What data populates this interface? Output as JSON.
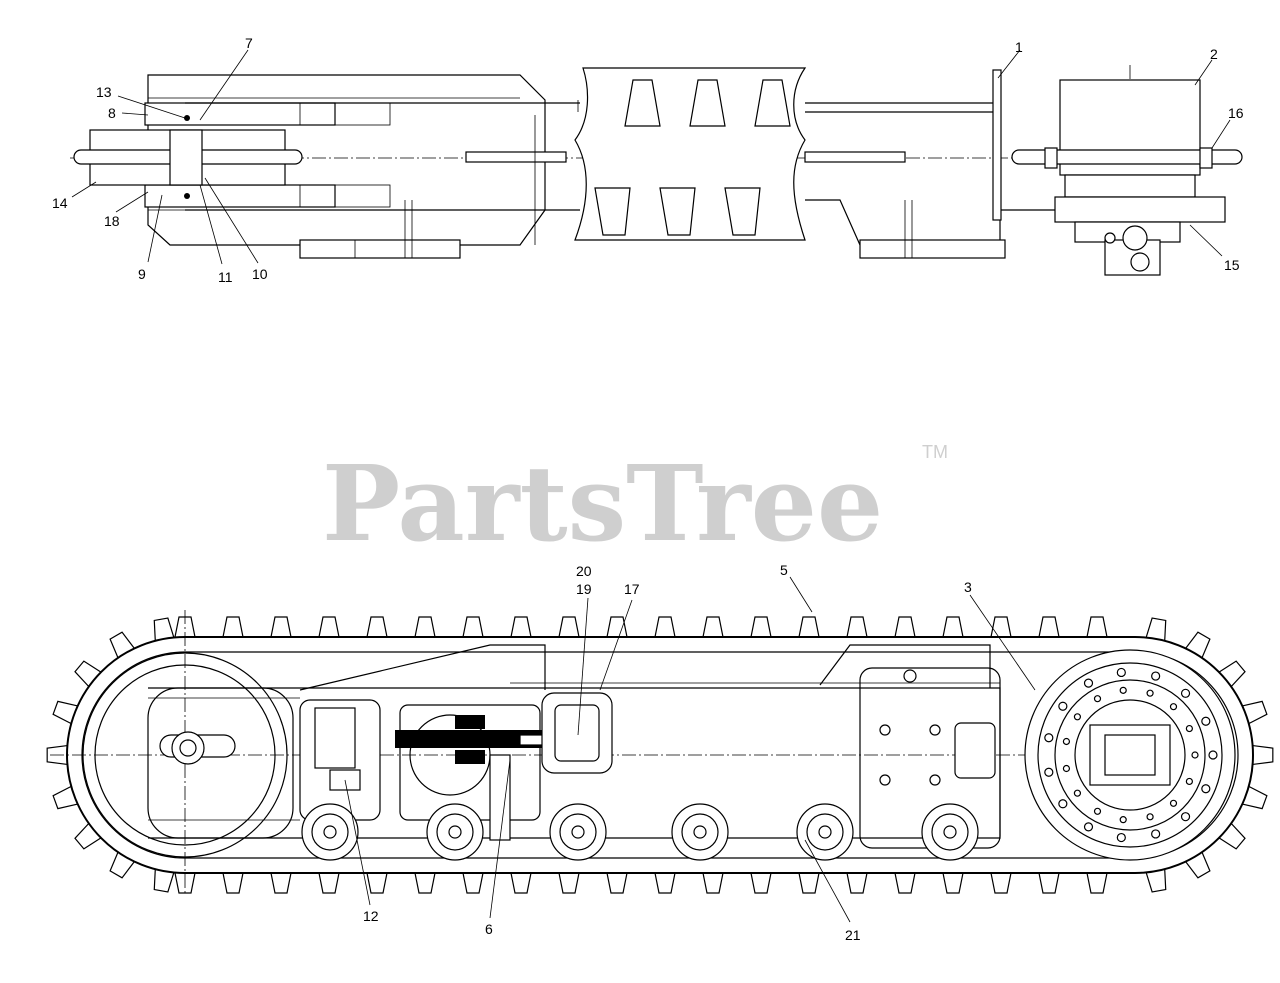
{
  "watermark": {
    "text": "PartsTree",
    "trademark": "TM"
  },
  "callouts": {
    "c1": "1",
    "c2": "2",
    "c3": "3",
    "c5": "5",
    "c6": "6",
    "c7": "7",
    "c8": "8",
    "c9": "9",
    "c10": "10",
    "c11": "11",
    "c12": "12",
    "c13": "13",
    "c14": "14",
    "c15": "15",
    "c16": "16",
    "c17": "17",
    "c18": "18",
    "c19": "19",
    "c20": "20",
    "c21": "21"
  }
}
